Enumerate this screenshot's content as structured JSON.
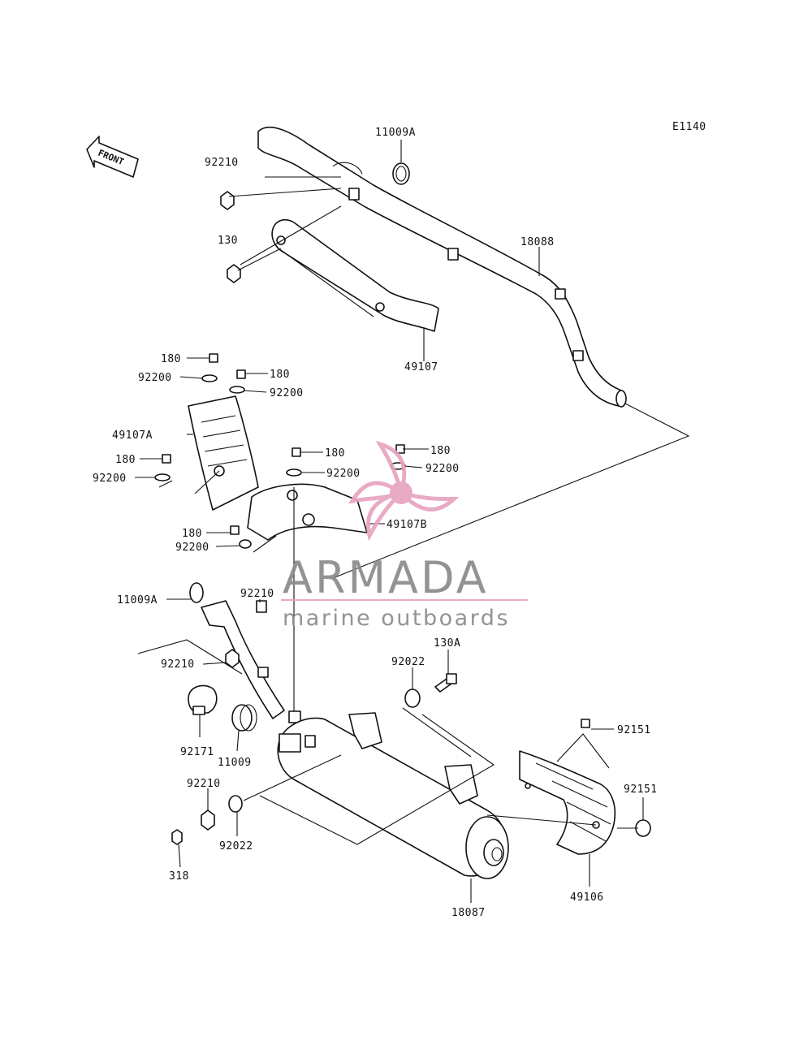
{
  "diagram": {
    "code": "E1140",
    "front_label": "FRONT",
    "labels": {
      "p11009a_top": "11009A",
      "p92210_top": "92210",
      "p130": "130",
      "p18088": "18088",
      "p49107": "49107",
      "p180_a": "180",
      "p92200_a": "92200",
      "p180_b": "180",
      "p92200_b": "92200",
      "p49107a": "49107A",
      "p180_c": "180",
      "p92200_c": "92200",
      "p180_d": "180",
      "p92200_d": "92200",
      "p180_e": "180",
      "p92200_e": "92200",
      "p49107b": "49107B",
      "p180_f": "180",
      "p92200_f": "92200",
      "p11009a_mid": "11009A",
      "p92210_mid": "92210",
      "p92210_left": "92210",
      "p92022_top": "92022",
      "p130a": "130A",
      "p92171": "92171",
      "p11009": "11009",
      "p92151_top": "92151",
      "p92151_right": "92151",
      "p92210_low": "92210",
      "p92022_low": "92022",
      "p318": "318",
      "p18087": "18087",
      "p49106": "49106"
    }
  },
  "watermark": {
    "brand": "ARMADA",
    "tagline": "marine outboards",
    "accent_color": "#e8a3c0",
    "text_color": "#8a8a8a"
  }
}
